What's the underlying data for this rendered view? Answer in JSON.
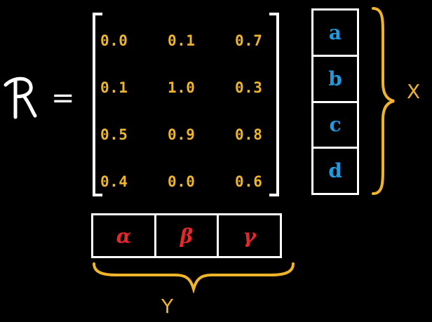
{
  "relation": {
    "symbol": "R",
    "equals": "="
  },
  "matrix": {
    "rows": [
      [
        "0.0",
        "0.1",
        "0.7"
      ],
      [
        "0.1",
        "1.0",
        "0.3"
      ],
      [
        "0.5",
        "0.9",
        "0.8"
      ],
      [
        "0.4",
        "0.0",
        "0.6"
      ]
    ]
  },
  "x_vector": {
    "items": [
      "a",
      "b",
      "c",
      "d"
    ],
    "label": "X"
  },
  "y_vector": {
    "items": [
      "α",
      "β",
      "γ"
    ],
    "label": "Y"
  },
  "colors": {
    "background": "#000000",
    "matrix_values": "#f0b429",
    "x_items": "#1e9be0",
    "y_items": "#e8262a",
    "braces": "#f0b429",
    "lines": "#ffffff"
  }
}
